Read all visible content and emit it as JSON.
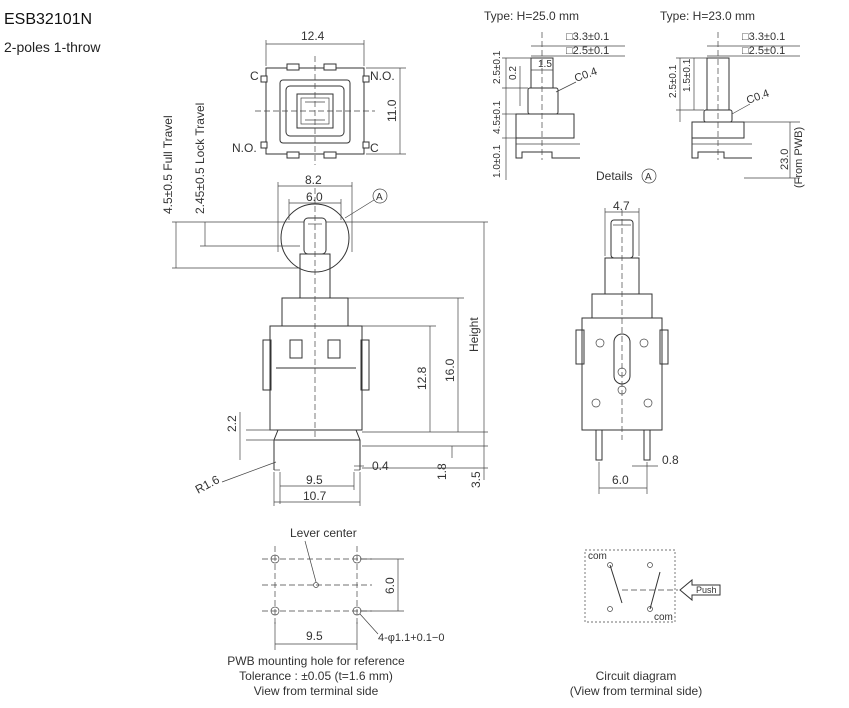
{
  "header": {
    "part_number": "ESB32101N",
    "subtitle": "2-poles  1-throw"
  },
  "top_view": {
    "dim_width": "12.4",
    "dim_height": "11.0",
    "label_c_left": "C",
    "label_no_right": "N.O.",
    "label_no_left": "N.O.",
    "label_c_right": "C"
  },
  "side_view": {
    "full_travel": "4.5±0.5  Full Travel",
    "lock_travel": "2.45±0.5  Lock Travel",
    "dim_8_2": "8.2",
    "dim_6_0": "6.0",
    "detail_marker": "A",
    "height": "Height",
    "dim_12_8": "12.8",
    "dim_16_0": "16.0",
    "dim_2_2": "2.2",
    "radius": "R1.6",
    "dim_9_5": "9.5",
    "dim_10_7": "10.7",
    "dim_0_4": "0.4",
    "dim_1_8": "1.8",
    "dim_3_5": "3.5"
  },
  "details": {
    "type_a": "Type: H=25.0 mm",
    "type_b": "Type: H=23.0 mm",
    "a_sq1": "□3.3±0.1",
    "a_sq2": "□2.5±0.1",
    "a_d1": "2.5±0.1",
    "a_d2": "0.2",
    "a_d3": "1.5",
    "a_d4": "4.5±0.1",
    "a_d5": "1.0±0.1",
    "a_co": "C0.4",
    "b_sq1": "□3.3±0.1",
    "b_sq2": "□2.5±0.1",
    "b_d1": "2.5±0.1",
    "b_d2": "1.5±0.1",
    "b_co": "C0.4",
    "b_h": "23.0",
    "b_from": "(From PWB)",
    "label": "Details",
    "marker": "A"
  },
  "front_view": {
    "dim_4_7": "4.7",
    "dim_0_8": "0.8",
    "dim_6_0": "6.0"
  },
  "hole_pattern": {
    "lever_center": "Lever center",
    "dim_6_0": "6.0",
    "dim_9_5": "9.5",
    "hole_spec": "4-φ1.1+0.1−0",
    "caption_1": "PWB mounting hole for reference",
    "caption_2": "Tolerance : ±0.05 (t=1.6 mm)",
    "caption_3": "View from terminal side"
  },
  "circuit": {
    "com_top": "com",
    "com_bottom": "com",
    "push": "Push",
    "caption_1": "Circuit diagram",
    "caption_2": "(View from terminal side)"
  }
}
